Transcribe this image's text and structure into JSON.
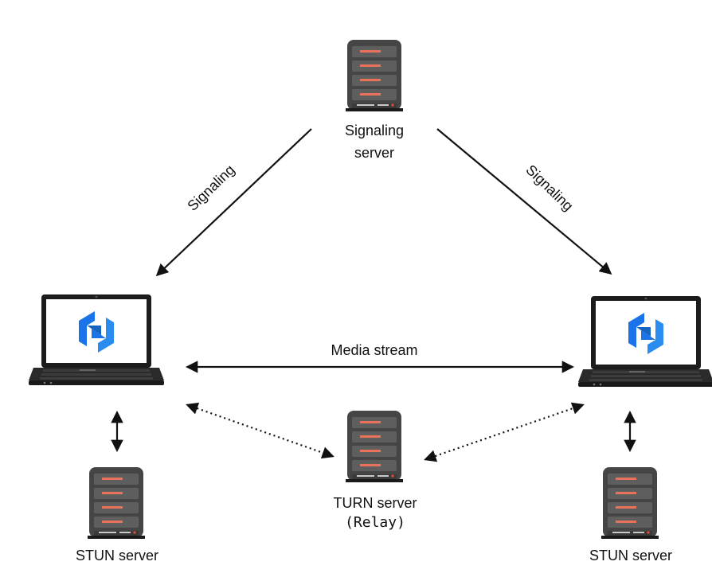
{
  "nodes": {
    "signaling_server": {
      "line1": "Signaling",
      "line2": "server"
    },
    "turn_server": {
      "line1": "TURN server",
      "line2": "(Relay)"
    },
    "stun_left": {
      "label": "STUN server"
    },
    "stun_right": {
      "label": "STUN server"
    }
  },
  "edges": {
    "signaling_left": "Signaling",
    "signaling_right": "Signaling",
    "media_stream": "Media stream"
  },
  "colors": {
    "server_body": "#4a4a4a",
    "server_slot": "#5c5c5c",
    "server_led": "#e8735a",
    "laptop_body": "#1e1e1e",
    "logo_blue": "#1a73e8",
    "arrow": "#111111"
  }
}
